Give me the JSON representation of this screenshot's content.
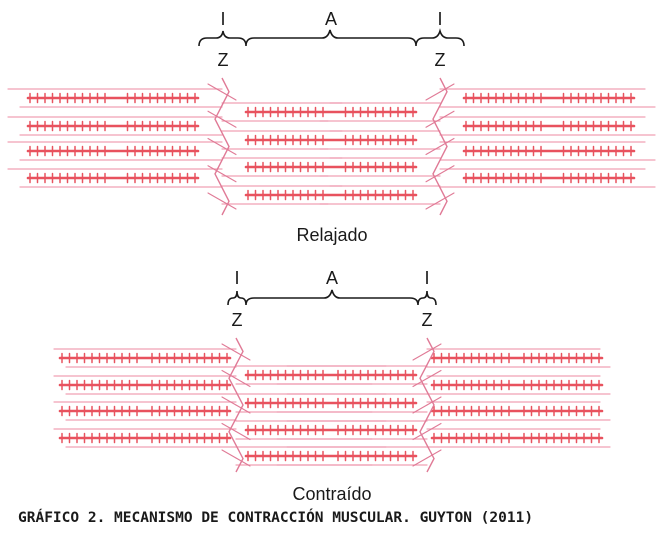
{
  "diagram": {
    "relaxed": {
      "band_I_left": "I",
      "band_A": "A",
      "band_I_right": "I",
      "line_Z_left": "Z",
      "line_Z_right": "Z",
      "state_label": "Relajado"
    },
    "contracted": {
      "band_I_left": "I",
      "band_A": "A",
      "band_I_right": "I",
      "line_Z_left": "Z",
      "line_Z_right": "Z",
      "state_label": "Contraído"
    }
  },
  "caption": "GRÁFICO 2. MECANISMO DE CONTRACCIÓN MUSCULAR. GUYTON (2011)",
  "colors": {
    "thick_filament": "#e8525e",
    "thin_filament": "#f0a0b4",
    "z_line": "#e07a96",
    "text": "#1a1a1a"
  }
}
